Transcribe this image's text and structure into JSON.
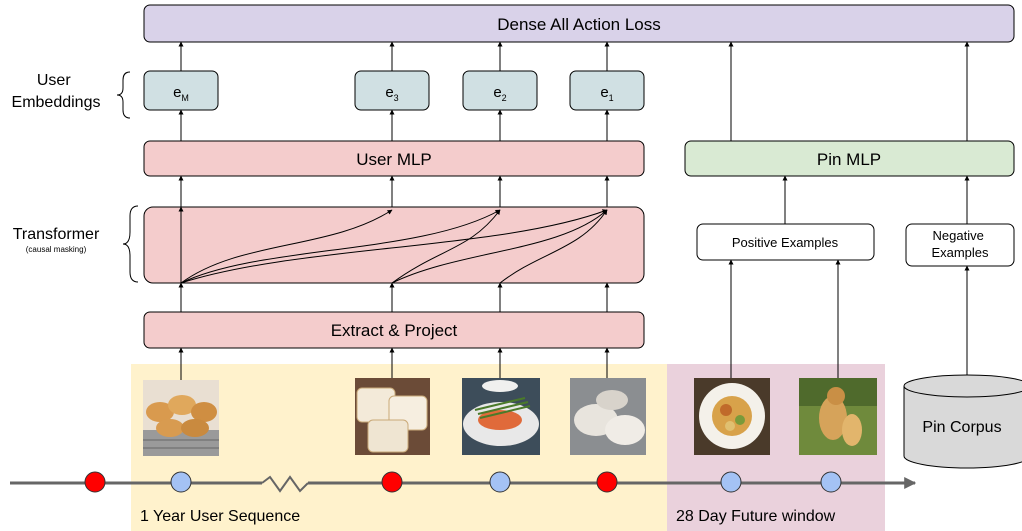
{
  "loss": {
    "label": "Dense All Action Loss"
  },
  "side_labels": {
    "user_embeddings": [
      "User",
      "Embeddings"
    ],
    "transformer": "Transformer",
    "transformer_note": "(causal masking)"
  },
  "embeddings": [
    {
      "base": "e",
      "sub": "M"
    },
    {
      "base": "e",
      "sub": "3"
    },
    {
      "base": "e",
      "sub": "2"
    },
    {
      "base": "e",
      "sub": "1"
    }
  ],
  "user_mlp": {
    "label": "User MLP"
  },
  "pin_mlp": {
    "label": "Pin MLP"
  },
  "extract": {
    "label": "Extract & Project"
  },
  "positive": {
    "label": "Positive Examples"
  },
  "negative": {
    "lines": [
      "Negative",
      "Examples"
    ]
  },
  "corpus": {
    "label": "Pin Corpus"
  },
  "regions": {
    "history": "1 Year User Sequence",
    "future": "28 Day Future window"
  },
  "images": [
    {
      "name": "bread-rolls-image",
      "subject": "bread rolls"
    },
    {
      "name": "sliced-bread-image",
      "subject": "sliced bread"
    },
    {
      "name": "salmon-dish-image",
      "subject": "salmon with asparagus"
    },
    {
      "name": "sleeping-dogs-image",
      "subject": "sleeping dogs"
    },
    {
      "name": "pasta-dish-image",
      "subject": "pasta dish"
    },
    {
      "name": "golden-retriever-image",
      "subject": "golden retriever"
    }
  ],
  "timeline_events": [
    {
      "kind": "negative",
      "color": "#ff0000"
    },
    {
      "kind": "positive",
      "color": "#a4c2f4"
    },
    {
      "kind": "negative",
      "color": "#ff0000"
    },
    {
      "kind": "positive",
      "color": "#a4c2f4"
    },
    {
      "kind": "negative",
      "color": "#ff0000"
    },
    {
      "kind": "positive",
      "color": "#a4c2f4"
    },
    {
      "kind": "positive",
      "color": "#a4c2f4"
    }
  ],
  "colors": {
    "loss_fill": "#d9d2e9",
    "user_fill": "#f4cccc",
    "pin_fill": "#d9ead3",
    "embed_fill": "#d0e0e3",
    "history_bg": "#fff2cc",
    "future_bg": "#ead1dc",
    "corpus_fill": "#d9d9d9",
    "timeline": "#666666"
  }
}
